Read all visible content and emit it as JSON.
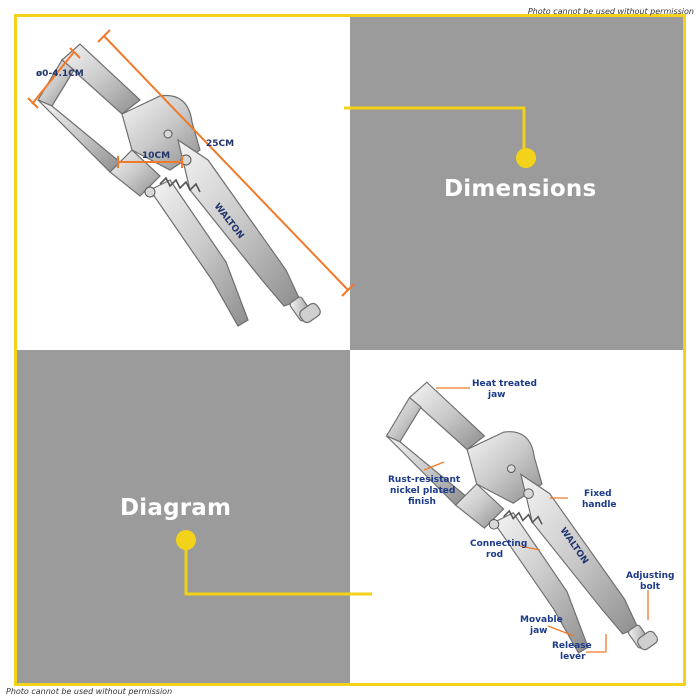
{
  "notices": {
    "top_right": "Photo cannot be used without permission",
    "bottom_left": "Photo cannot be used without permission"
  },
  "sections": {
    "dimensions_title": "Dimensions",
    "diagram_title": "Diagram"
  },
  "dimensions": {
    "jaw_opening": "ø0-4.1CM",
    "jaw_depth": "10CM",
    "length": "25CM"
  },
  "brand_mark": "WALTON",
  "callouts": {
    "heat_treated_jaw": [
      "Heat treated",
      "jaw"
    ],
    "rust_resistant": [
      "Rust-resistant",
      "nickel plated",
      "finish"
    ],
    "fixed_handle": [
      "Fixed",
      "handle"
    ],
    "connecting_rod": [
      "Connecting",
      "rod"
    ],
    "adjusting_bolt": [
      "Adjusting",
      "bolt"
    ],
    "movable_jaw": [
      "Movable",
      "jaw"
    ],
    "release_lever": [
      "Release",
      "lever"
    ]
  },
  "colors": {
    "frame_yellow": "#f2d21a",
    "panel_gray": "#9b9b9b",
    "dimension_orange": "#f07a2a",
    "callout_blue": "#1c3a8a"
  },
  "icons": [
    "locking-clamp-plier-image",
    "yellow-dot-marker"
  ]
}
